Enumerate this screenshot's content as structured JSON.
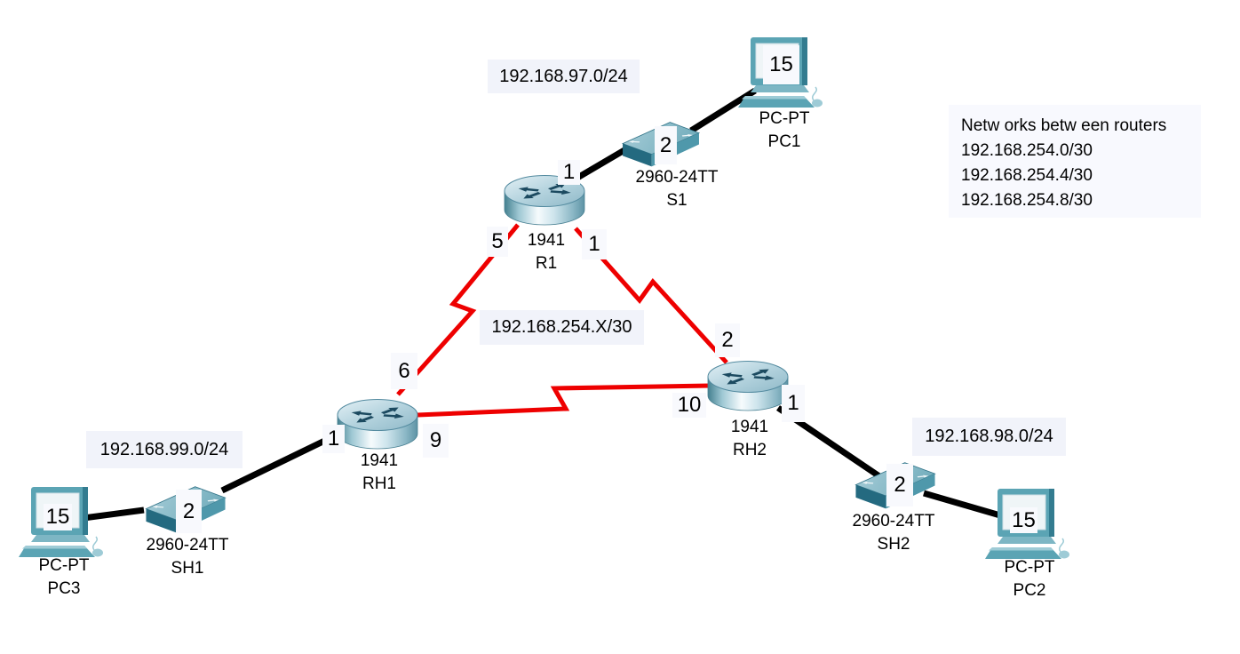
{
  "note_box": {
    "lines": [
      "Netw orks betw een routers",
      "192.168.254.0/30",
      "192.168.254.4/30",
      "192.168.254.8/30"
    ]
  },
  "network_labels": {
    "lan_top": "192.168.97.0/24",
    "wan_center": "192.168.254.X/30",
    "lan_left": "192.168.99.0/24",
    "lan_right": "192.168.98.0/24"
  },
  "devices": {
    "r1": {
      "model": "1941",
      "name": "R1"
    },
    "rh1": {
      "model": "1941",
      "name": "RH1"
    },
    "rh2": {
      "model": "1941",
      "name": "RH2"
    },
    "s1": {
      "model": "2960-24TT",
      "name": "S1"
    },
    "sh1": {
      "model": "2960-24TT",
      "name": "SH1"
    },
    "sh2": {
      "model": "2960-24TT",
      "name": "SH2"
    },
    "pc1": {
      "model": "PC-PT",
      "name": "PC1",
      "badge": "15"
    },
    "pc2": {
      "model": "PC-PT",
      "name": "PC2",
      "badge": "15"
    },
    "pc3": {
      "model": "PC-PT",
      "name": "PC3",
      "badge": "15"
    }
  },
  "ports": {
    "r1_to_s1": "1",
    "r1_to_rh1": "5",
    "r1_to_rh2": "1",
    "s1_uplink": "2",
    "rh1_to_r1": "6",
    "rh1_to_sh1": "1",
    "rh1_to_rh2": "9",
    "rh2_to_r1": "2",
    "rh2_to_rh1": "10",
    "rh2_to_sh2": "1",
    "sh1_uplink": "2",
    "sh2_uplink": "2"
  },
  "colors": {
    "serial_link": "#ee0000",
    "ethernet_link": "#000000",
    "label_bg": "#f1f3fa",
    "port_label_bg": "#f8f9fd",
    "note_bg": "#f8f9fe"
  }
}
